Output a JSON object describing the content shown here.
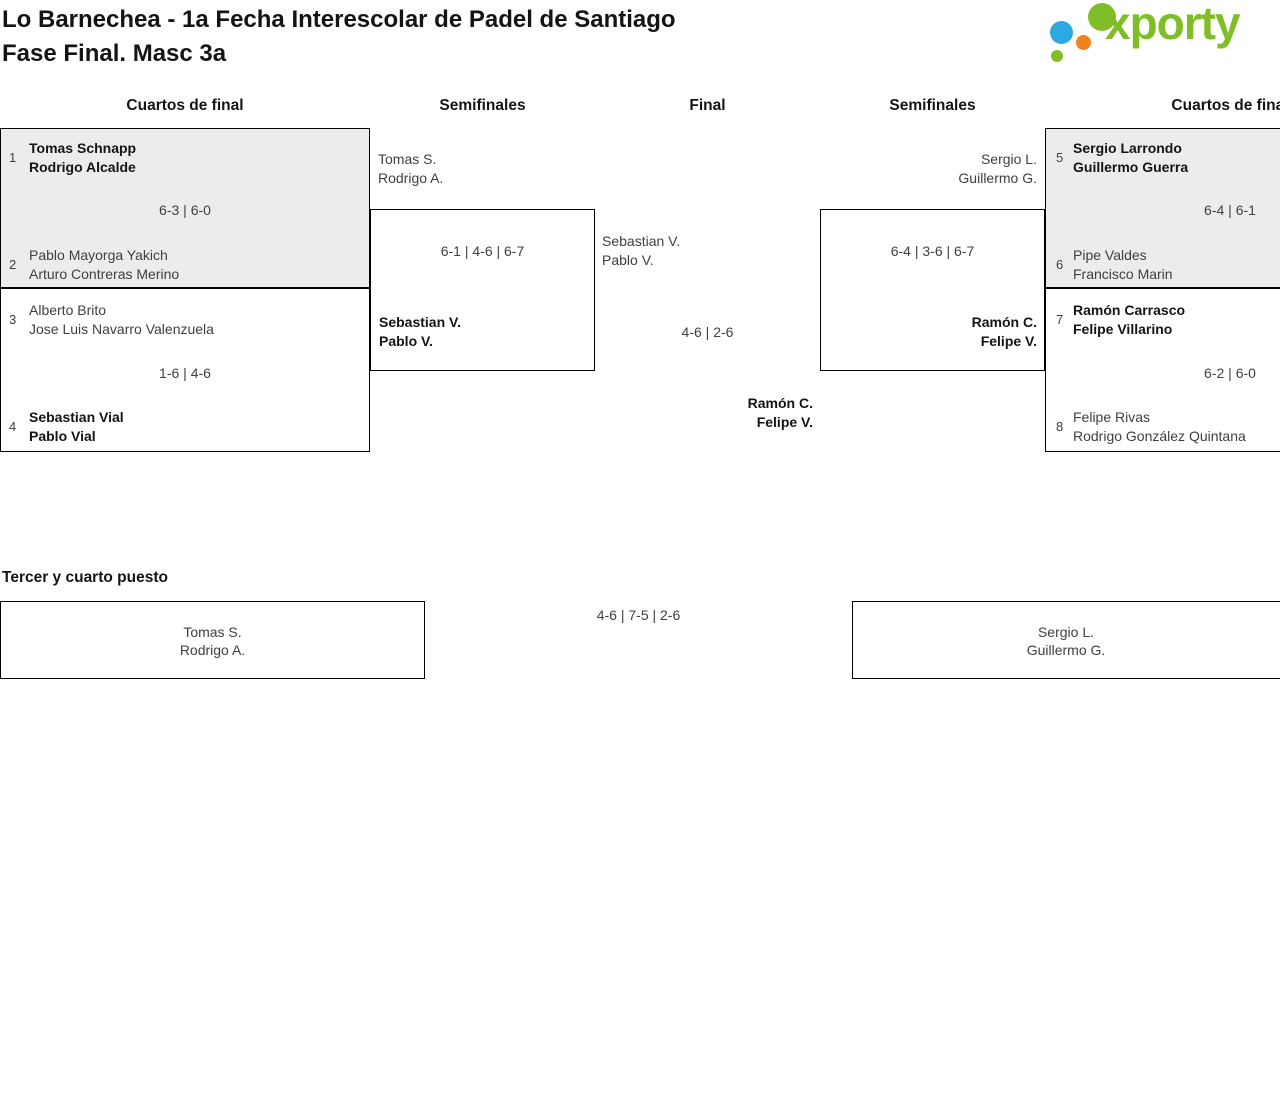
{
  "header": {
    "title_line1": "Lo Barnechea - 1a Fecha Interescolar de Padel de Santiago",
    "title_line2": "Fase Final. Masc 3a"
  },
  "logo": {
    "wordmark": "xporty"
  },
  "round_headers": {
    "left_quarter": "Cuartos de final",
    "left_semi": "Semifinales",
    "final": "Final",
    "right_semi": "Semifinales",
    "right_quarter": "Cuartos de final"
  },
  "matches": {
    "qf1": {
      "seed_a": "1",
      "team_a1": "Tomas Schnapp",
      "team_a2": "Rodrigo Alcalde",
      "score": "6-3 | 6-0",
      "seed_b": "2",
      "team_b1": "Pablo Mayorga Yakich",
      "team_b2": "Arturo Contreras Merino"
    },
    "qf2": {
      "seed_a": "3",
      "team_a1": "Alberto Brito",
      "team_a2": "Jose Luis Navarro Valenzuela",
      "score": "1-6 | 4-6",
      "seed_b": "4",
      "team_b1": "Sebastian Vial",
      "team_b2": "Pablo Vial"
    },
    "sf1": {
      "top1": "Tomas S.",
      "top2": "Rodrigo A.",
      "score": "6-1 | 4-6 | 6-7",
      "bottom1": "Sebastian V.",
      "bottom2": "Pablo V."
    },
    "final": {
      "top1": "Sebastian V.",
      "top2": "Pablo V.",
      "score": "4-6 | 2-6",
      "bottom1": "Ramón C.",
      "bottom2": "Felipe V."
    },
    "sf2": {
      "top1": "Sergio L.",
      "top2": "Guillermo G.",
      "score": "6-4 | 3-6 | 6-7",
      "bottom1": "Ramón C.",
      "bottom2": "Felipe V."
    },
    "qf3": {
      "seed_a": "5",
      "team_a1": "Sergio Larrondo",
      "team_a2": "Guillermo Guerra",
      "score": "6-4 | 6-1",
      "seed_b": "6",
      "team_b1": "Pipe Valdes",
      "team_b2": "Francisco Marin"
    },
    "qf4": {
      "seed_a": "7",
      "team_a1": "Ramón Carrasco",
      "team_a2": "Felipe Villarino",
      "score": "6-2 | 6-0",
      "seed_b": "8",
      "team_b1": "Felipe Rivas",
      "team_b2": "Rodrigo González Quintana"
    }
  },
  "third_place": {
    "heading": "Tercer y cuarto puesto",
    "left1": "Tomas S.",
    "left2": "Rodrigo A.",
    "score": "4-6 | 7-5 | 2-6",
    "right1": "Sergio L.",
    "right2": "Guillermo G."
  },
  "colors": {
    "logo_green": "#7FBE26",
    "logo_blue": "#2BA9E0",
    "logo_orange": "#F0811C",
    "box_grey": "#ececec",
    "border_black": "#000000",
    "text_regular": "#3f3f3f",
    "text_strong": "#141414"
  }
}
